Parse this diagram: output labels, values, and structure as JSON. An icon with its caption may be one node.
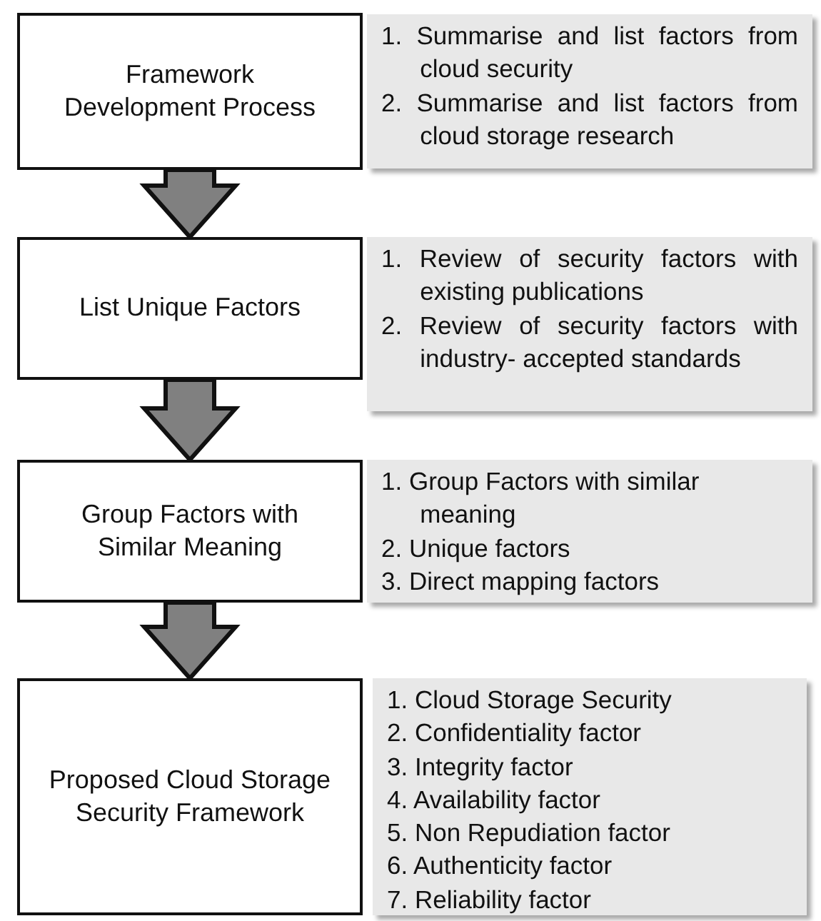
{
  "diagram": {
    "nodes": [
      {
        "text": [
          "Framework Development Process"
        ]
      },
      {
        "text": [
          "1. Summarise and list factors from cloud security",
          "2. Summarise and list factors from cloud storage research"
        ]
      },
      {
        "text": [
          "List Unique Factors"
        ]
      },
      {
        "text": [
          "1. Review of security factors with existing publications",
          "2. Review of security factors with industry- accepted standards"
        ]
      },
      {
        "text": [
          "Group Factors with Similar Meaning"
        ]
      },
      {
        "text": [
          "1. Group Factors with similar meaning",
          "2. Unique factors",
          "3. Direct mapping factors"
        ]
      },
      {
        "text": [
          "Proposed Cloud Storage Security Framework"
        ]
      },
      {
        "text": [
          "1. Cloud Storage Security",
          "2. Confidentiality factor",
          "3. Integrity factor",
          "4. Availability factor",
          "5. Non Repudiation factor",
          "6. Authenticity  factor",
          "7. Reliability factor"
        ]
      }
    ],
    "edges": [
      {
        "from": 0,
        "to": 2,
        "arrow": "to"
      },
      {
        "from": 2,
        "to": 4,
        "arrow": "to"
      },
      {
        "from": 4,
        "to": 6,
        "arrow": "to"
      }
    ]
  }
}
